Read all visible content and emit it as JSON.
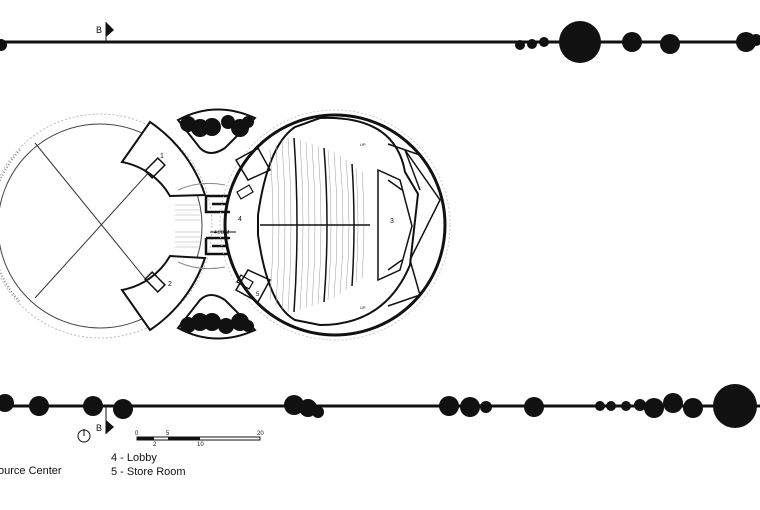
{
  "section_marks": {
    "top": "B",
    "bottom": "B"
  },
  "room_numbers": {
    "r1": "1",
    "r2": "2",
    "r3": "3",
    "r4": "4",
    "r5a": "5",
    "r5b": "5"
  },
  "annotations": {
    "lobby_width": "4.90 M",
    "up_top": "UP",
    "up_bottom": "UP"
  },
  "scale_bar": {
    "t0": "0",
    "t2": "2",
    "t5": "5",
    "t10": "10",
    "t20": "20"
  },
  "legend": {
    "item1_partial": "ource Center",
    "item4": "4 - Lobby",
    "item5": "5 - Store Room"
  }
}
